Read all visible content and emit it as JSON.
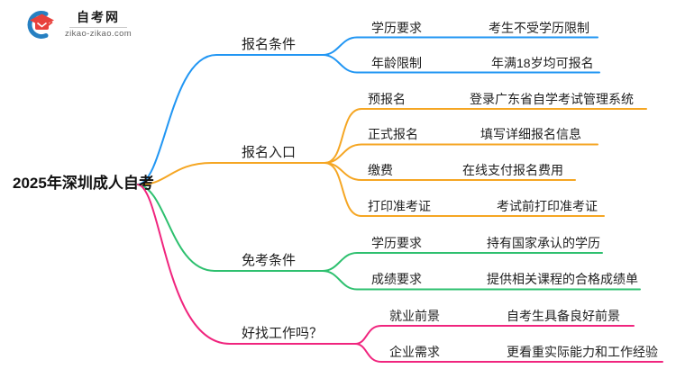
{
  "logo": {
    "site_name": "自考网",
    "site_url": "zikao-zikao.com"
  },
  "colors": {
    "branch_signup_conditions": "#2196F3",
    "branch_signup_entry": "#F5A623",
    "branch_exemption": "#2EC06F",
    "branch_job": "#F0257E",
    "logo_blue": "#2680C2",
    "logo_red": "#E8413C",
    "text": "#1f1f1f"
  },
  "mindmap": {
    "root": "2025年深圳成人自考",
    "branches": [
      {
        "label": "报名条件",
        "children": [
          {
            "label": "学历要求",
            "value": "考生不受学历限制"
          },
          {
            "label": "年龄限制",
            "value": "年满18岁均可报名"
          }
        ]
      },
      {
        "label": "报名入口",
        "children": [
          {
            "label": "预报名",
            "value": "登录广东省自学考试管理系统"
          },
          {
            "label": "正式报名",
            "value": "填写详细报名信息"
          },
          {
            "label": "缴费",
            "value": "在线支付报名费用"
          },
          {
            "label": "打印准考证",
            "value": "考试前打印准考证"
          }
        ]
      },
      {
        "label": "免考条件",
        "children": [
          {
            "label": "学历要求",
            "value": "持有国家承认的学历"
          },
          {
            "label": "成绩要求",
            "value": "提供相关课程的合格成绩单"
          }
        ]
      },
      {
        "label": "好找工作吗？",
        "children": [
          {
            "label": "就业前景",
            "value": "自考生具备良好前景"
          },
          {
            "label": "企业需求",
            "value": "更看重实际能力和工作经验"
          }
        ]
      }
    ]
  }
}
